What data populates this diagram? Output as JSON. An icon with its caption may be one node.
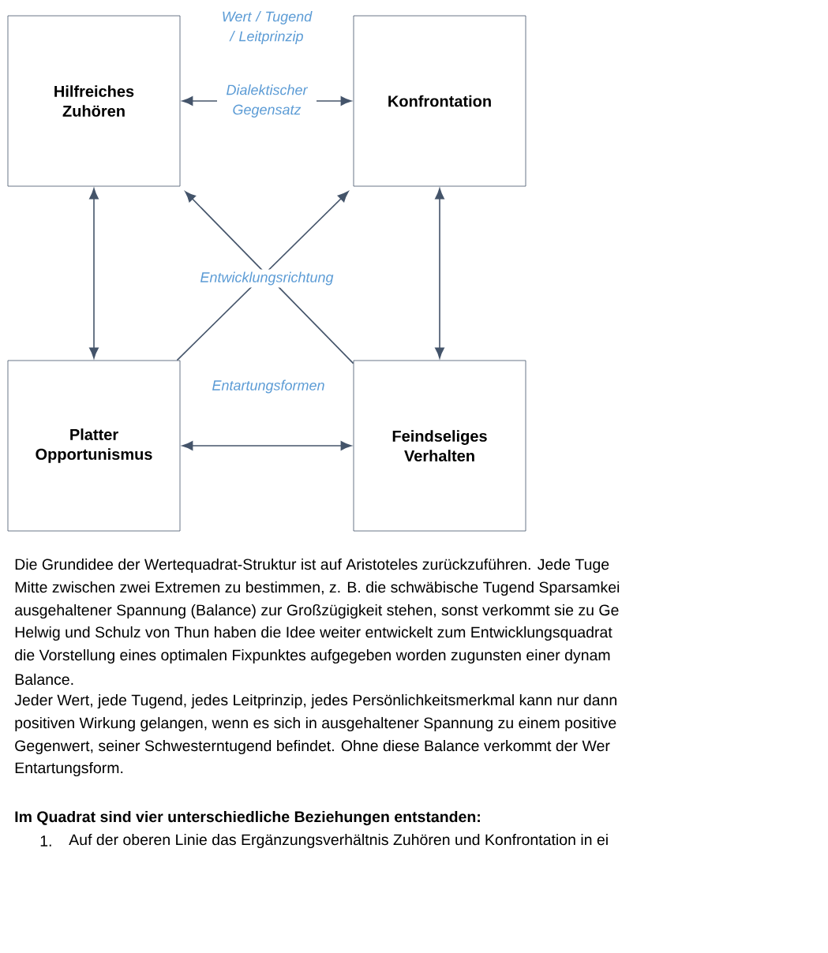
{
  "diagram": {
    "nodes": [
      {
        "text": [
          "Hilfreiches Zuhören"
        ]
      },
      {
        "text": [
          "Konfrontation"
        ]
      },
      {
        "text": [
          "Platter Opportunismus"
        ]
      },
      {
        "text": [
          "Feindseliges Verhalten"
        ]
      }
    ],
    "edges": [
      {
        "from": 0,
        "to": 1,
        "arrow": "both",
        "label": "Dialektischer Gegensatz"
      },
      {
        "from": 0,
        "to": 2,
        "arrow": "both"
      },
      {
        "from": 1,
        "to": 3,
        "arrow": "both"
      },
      {
        "from": 3,
        "to": 0,
        "arrow": "to"
      },
      {
        "from": 2,
        "to": 1,
        "arrow": "to"
      },
      {
        "from": 2,
        "to": 3,
        "arrow": "both"
      }
    ],
    "labels": [
      "Wert / Tugend / Leitprinzip",
      "Entwicklungsrichtung",
      "Entartungsformen",
      "Die Grundidee der Wertequadrat-Struktur ist auf Aristoteles zurückzuführen. Jede Tuge",
      "Mitte zwischen zwei Extremen zu bestimmen, z. B. die schwäbische Tugend Sparsamkei",
      "ausgehaltener Spannung (Balance) zur Großzügigkeit stehen, sonst verkommt sie zu Ge",
      "Helwig und Schulz von Thun haben die Idee weiter entwickelt zum Entwicklungsquadrat",
      "die Vorstellung eines optimalen Fixpunktes aufgegeben worden zugunsten einer dynam",
      "Balance.",
      "Jeder Wert, jede Tugend, jedes Leitprinzip, jedes Persönlichkeitsmerkmal kann nur dann",
      "positiven Wirkung gelangen, wenn es sich in ausgehaltener Spannung zu einem positive",
      "Gegenwert, seiner Schwesterntugend befindet. Ohne diese Balance verkommt der Wer",
      "Entartungsform.",
      "Im Quadrat sind vier unterschiedliche Beziehungen entstanden:",
      "1.",
      "Auf der oberen Linie das Ergänzungsverhältnis Zuhören und Konfrontation in ei"
    ]
  }
}
